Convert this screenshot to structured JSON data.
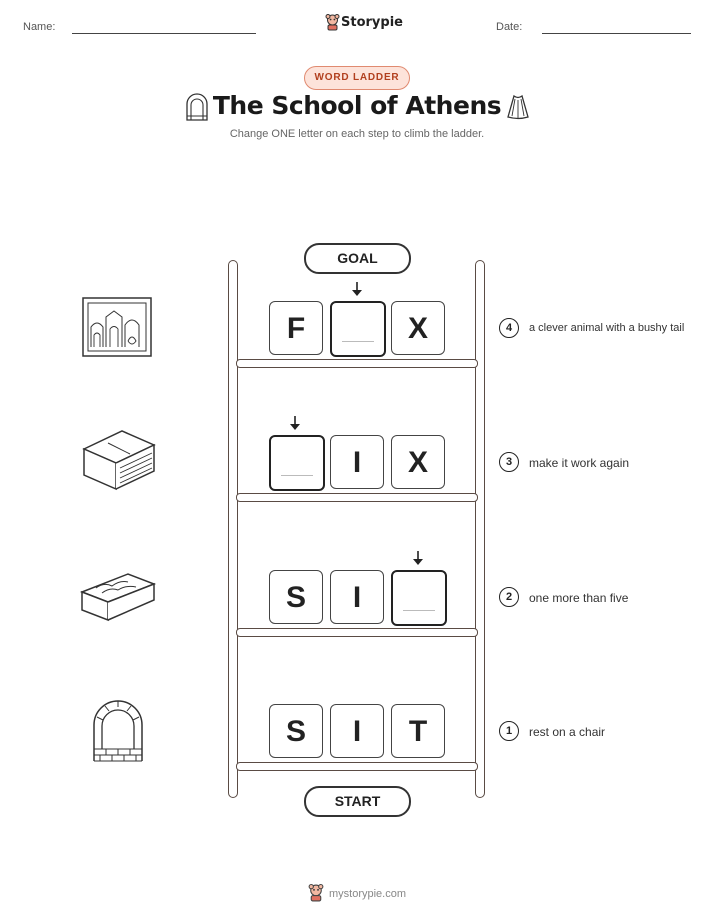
{
  "header": {
    "name_label": "Name:",
    "date_label": "Date:",
    "brand": "Storypie"
  },
  "badge": "WORD LADDER",
  "title": "The School of Athens",
  "subtitle": "Change ONE letter on each step to climb the ladder.",
  "goal_label": "GOAL",
  "start_label": "START",
  "rungs": [
    {
      "number": "4",
      "letters": [
        "F",
        "",
        "X"
      ],
      "clue": "a clever animal with a bushy tail",
      "picture": "painting-icon"
    },
    {
      "number": "3",
      "letters": [
        "",
        "I",
        "X"
      ],
      "clue": "make it work again",
      "picture": "book-icon"
    },
    {
      "number": "2",
      "letters": [
        "S",
        "I",
        ""
      ],
      "clue": "one more than five",
      "picture": "tablet-icon"
    },
    {
      "number": "1",
      "letters": [
        "S",
        "I",
        "T"
      ],
      "clue": "rest on a chair",
      "picture": "arch-icon"
    }
  ],
  "footer": "mystorypie.com",
  "colors": {
    "accent": "#e08a70",
    "badge_bg": "#fde3da",
    "ladder": "#5a4b44"
  }
}
